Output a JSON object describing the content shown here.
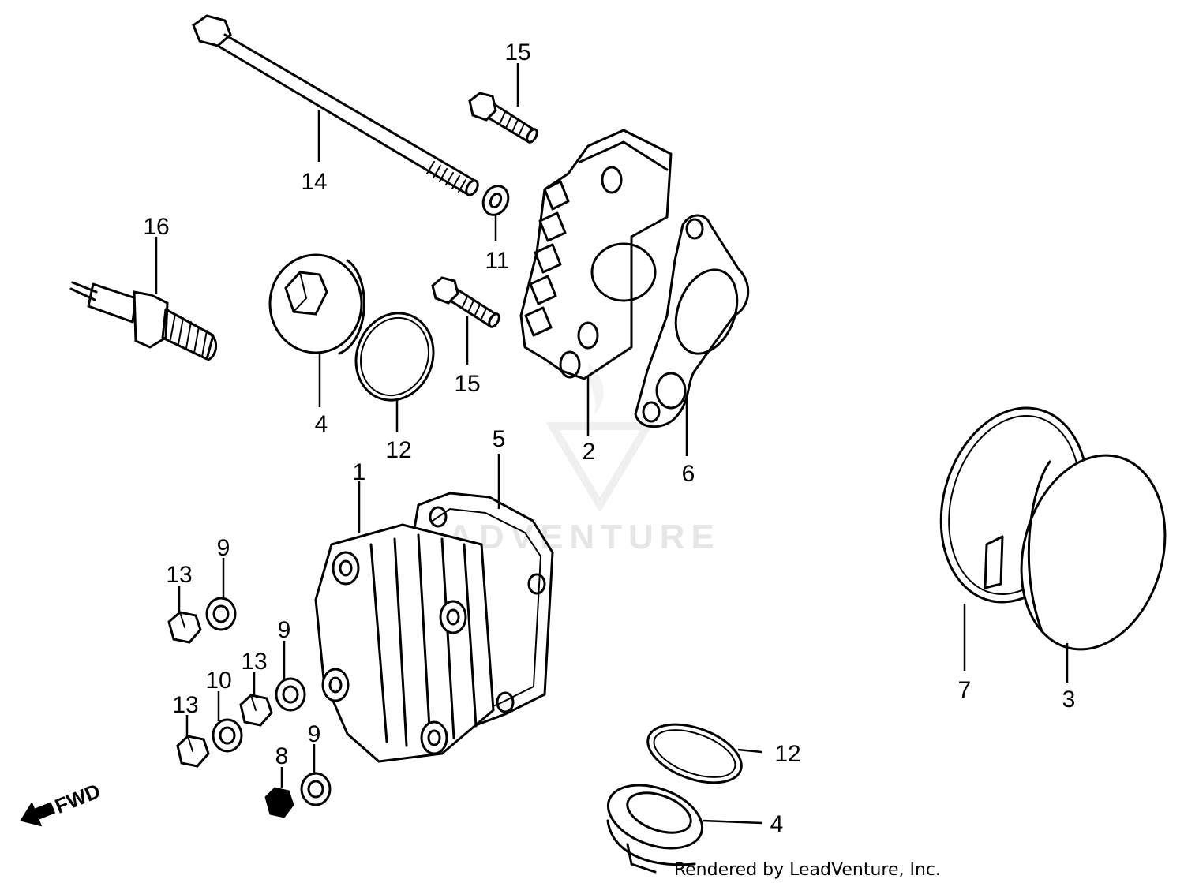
{
  "watermark": "ADVENTURE",
  "fwd_label": "FWD",
  "footer": "Rendered by LeadVenture, Inc.",
  "callouts": {
    "c1": "1",
    "c2": "2",
    "c3": "3",
    "c4a": "4",
    "c4b": "4",
    "c5": "5",
    "c6": "6",
    "c7": "7",
    "c8": "8",
    "c9a": "9",
    "c9b": "9",
    "c9c": "9",
    "c10": "10",
    "c11": "11",
    "c12a": "12",
    "c12b": "12",
    "c13a": "13",
    "c13b": "13",
    "c13c": "13",
    "c14": "14",
    "c15a": "15",
    "c15b": "15",
    "c16": "16"
  }
}
